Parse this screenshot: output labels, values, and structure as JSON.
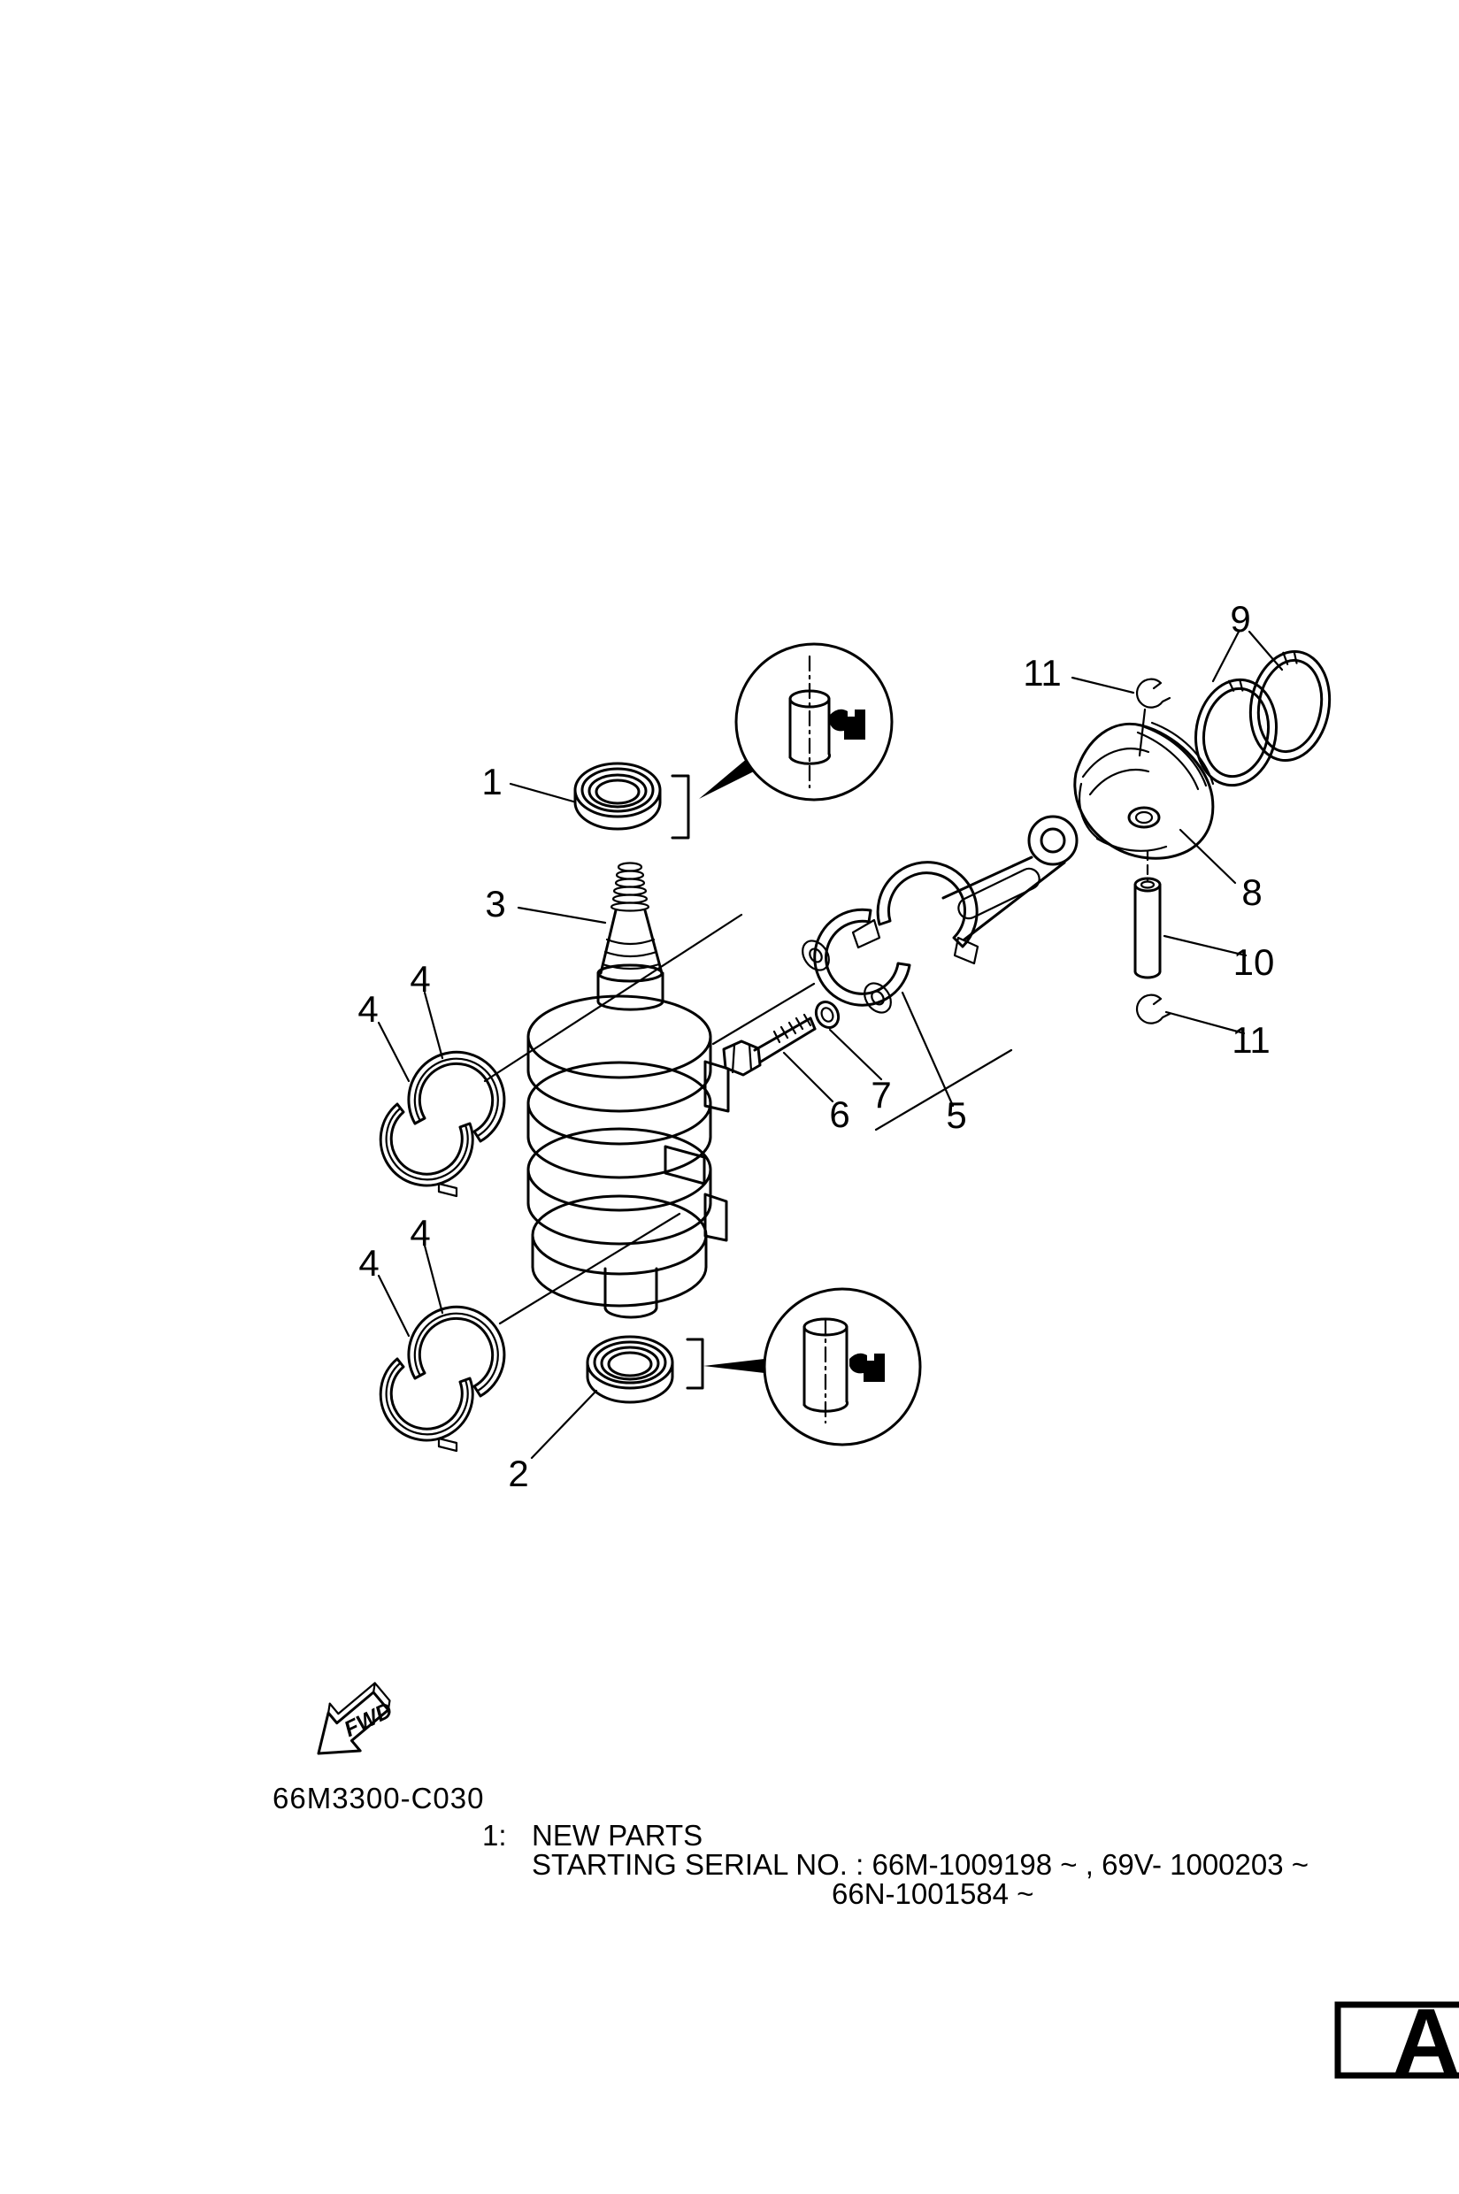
{
  "page": {
    "background": "#ffffff",
    "ink": "#000000"
  },
  "diagram_code": "66M3300-C030",
  "callouts": {
    "c1": "1",
    "c2": "2",
    "c3": "3",
    "c4_upper_outer": "4",
    "c4_upper_inner": "4",
    "c4_lower_outer": "4",
    "c4_lower_inner": "4",
    "c5": "5",
    "c6": "6",
    "c7": "7",
    "c8": "8",
    "c9": "9",
    "c10": "10",
    "c11_top": "11",
    "c11_right": "11"
  },
  "fwd_arrow": {
    "label": "FWD"
  },
  "notes": {
    "item_ref": "1:",
    "line1": "NEW PARTS",
    "line2": "STARTING SERIAL NO. : 66M-1009198 ~ , 69V- 1000203 ~",
    "line3": "66N-1001584 ~"
  },
  "page_marker": "A"
}
